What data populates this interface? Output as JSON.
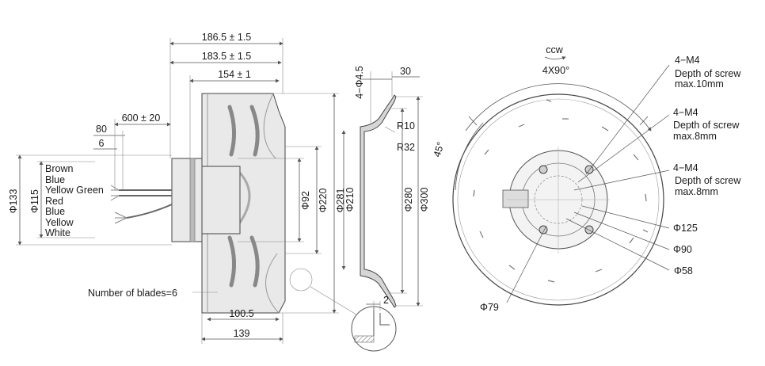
{
  "side_view": {
    "dim_overall": "186.5 ± 1.5",
    "dim_flange": "183.5 ± 1.5",
    "dim_impeller": "154 ± 1",
    "dim_cable": "600 ± 20",
    "dim_80": "80",
    "dim_6": "6",
    "dim_d133": "Φ133",
    "dim_d115": "Φ115",
    "dim_d92": "Φ92",
    "dim_d220": "Φ220",
    "dim_d281": "Φ281",
    "dim_100_5": "100.5",
    "dim_139": "139",
    "blades_note": "Number of blades=6",
    "wires": [
      "Brown",
      "Blue",
      "Yellow Green",
      "Red",
      "Blue",
      "Yellow",
      "White"
    ]
  },
  "section_view": {
    "dim_holes": "4−Φ4.5",
    "dim_30": "30",
    "dim_r10": "R10",
    "dim_r32": "R32",
    "dim_d210": "Φ210",
    "dim_d280": "Φ280",
    "dim_d300": "Φ300",
    "dim_2": "2"
  },
  "front_view": {
    "rotation": "ccw",
    "pattern": "4X90°",
    "angle": "45°",
    "screw_a_title": "4−M4",
    "screw_a_line1": "Depth of screw",
    "screw_a_line2": "max.10mm",
    "screw_b_title": "4−M4",
    "screw_b_line1": "Depth of screw",
    "screw_b_line2": "max.8mm",
    "screw_c_title": "4−M4",
    "screw_c_line1": "Depth of screw",
    "screw_c_line2": "max.8mm",
    "dim_d125": "Φ125",
    "dim_d90": "Φ90",
    "dim_d58": "Φ58",
    "dim_d79": "Φ79"
  }
}
